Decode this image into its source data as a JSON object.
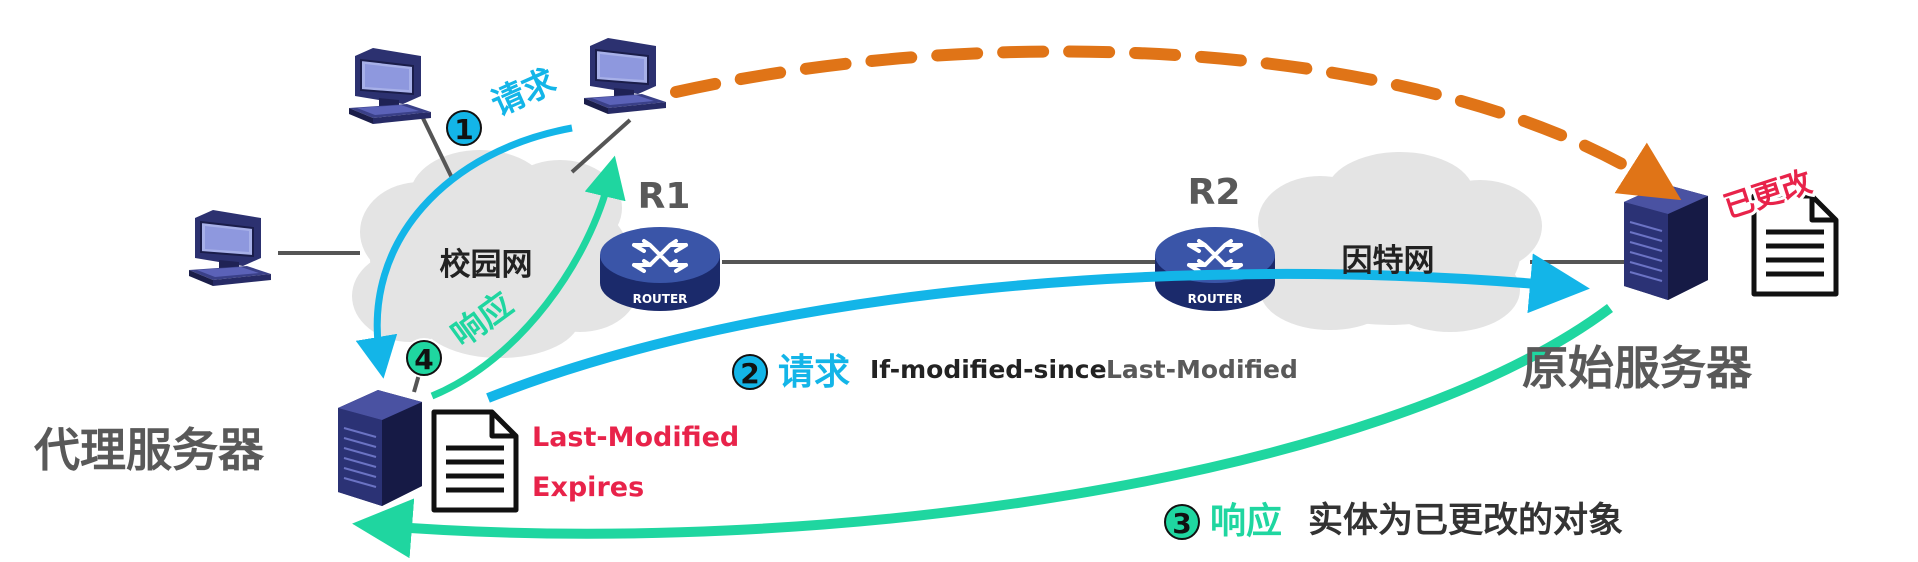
{
  "colors": {
    "blue": "#13b5e8",
    "green": "#1fd6a0",
    "orange": "#e07417",
    "red": "#e8234a",
    "gray_text": "#595959",
    "dark_text": "#333333",
    "cloud": "#e4e4e4",
    "router": "#2a3e8a",
    "server": "#232a66"
  },
  "labels": {
    "campus_net": "校园网",
    "internet": "因特网",
    "r1": "R1",
    "r2": "R2",
    "router_text": "ROUTER",
    "proxy_server": "代理服务器",
    "origin_server": "原始服务器",
    "changed_stamp": "已更改",
    "doc_last_modified": "Last-Modified",
    "doc_expires": "Expires"
  },
  "steps": [
    {
      "num": "1",
      "verb": "请求",
      "detail": "",
      "detail2": ""
    },
    {
      "num": "2",
      "verb": "请求",
      "detail": "If-modified-since",
      "detail2": "Last-Modified"
    },
    {
      "num": "3",
      "verb": "响应",
      "detail": "实体为已更改的对象",
      "detail2": ""
    },
    {
      "num": "4",
      "verb": "响应",
      "detail": "",
      "detail2": ""
    }
  ],
  "icons": {
    "computer": "desktop-computer-icon",
    "router": "router-icon",
    "server": "tower-server-icon",
    "document": "document-icon"
  }
}
